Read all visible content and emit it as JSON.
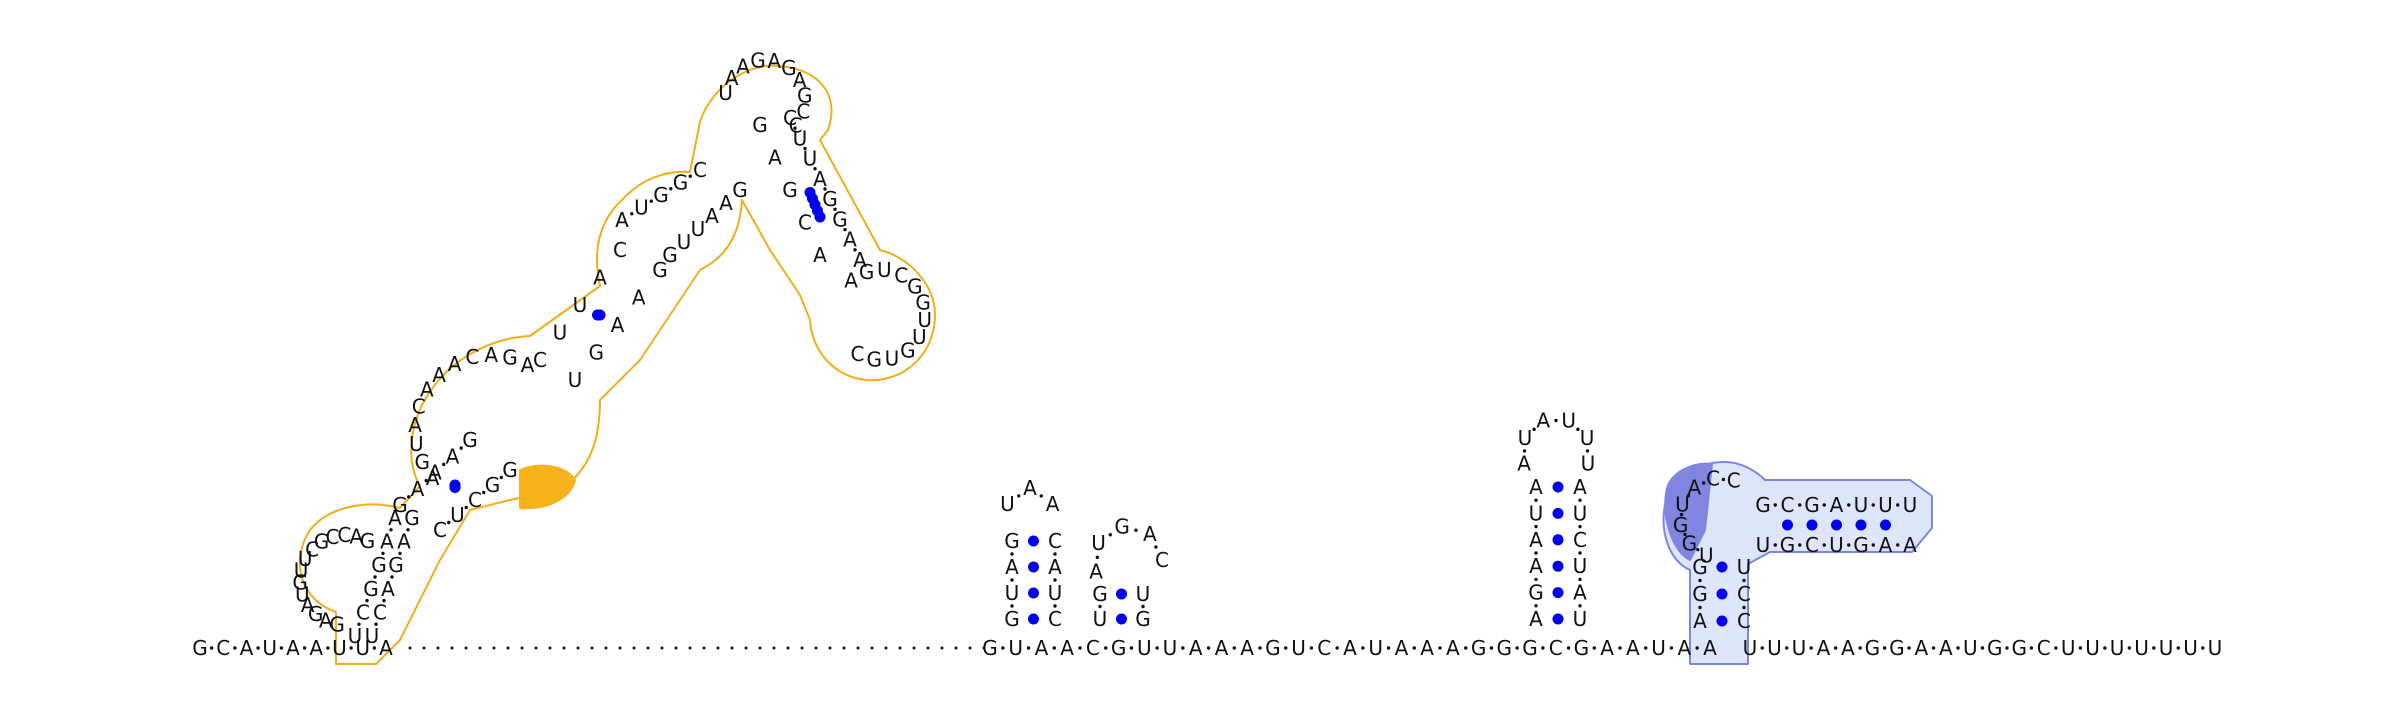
{
  "diagram": {
    "linear_strand": {
      "left_segment": "GCAUAAUUA",
      "middle_segment": "GUAACGUUAAAGUCAUAAAGGGCGAAUAA",
      "right_segment": "UUUAAGGAAUGGCUUUUUUU"
    },
    "helices": {
      "large_domain_h1": {
        "left": "UCGGAA",
        "right": "UCAGAG"
      },
      "large_domain_h2": {
        "left": "GAAAG",
        "right": "CUCGG"
      },
      "large_domain_h3": {
        "left": "CUUAC",
        "right": "UGAAG"
      },
      "large_domain_h4": {
        "left": "AUGGC",
        "right": "GUUAAG"
      },
      "large_domain_h5": {
        "left": "GAGCA",
        "right": "CUUAGGAA"
      },
      "hairpin_1": {
        "stem_5": "GUAG",
        "loop": "UAA",
        "stem_3": "CAUC"
      },
      "hairpin_2": {
        "stem_5": "UG",
        "loop": "AUGAC",
        "stem_3": "UGC"
      },
      "hairpin_3": {
        "stem_5": "AGAAUA",
        "loop": "AUAUUU",
        "stem_3": "AUCUAU"
      },
      "highlighted_domain": {
        "stem_5": "AGG",
        "loop": "UGGUACC",
        "stem_3": "UCC",
        "arm_top": "GCGAUUU",
        "arm_bottom": "UGCUGAA"
      }
    },
    "loops": {
      "large_loop_sequence": "AGUACAAACAGA",
      "terminal_loop_sequence": "UAAGAGAGCC",
      "small_loop_sequence": "AGUCGGUUGUGC",
      "bottom_hairpin_sequence": "GAGAUGUUCGCCAG"
    },
    "colors": {
      "domain_outline": "#f0ae1a",
      "domain_fill": "#ffffff",
      "orange_highlight": "#f7b21c",
      "blue_outline": "#7b86e6",
      "blue_fill": "#dde6fb",
      "blue_highlight": "#8086e0",
      "base_pair_dot": "#0000ee",
      "text": "#111111"
    }
  }
}
